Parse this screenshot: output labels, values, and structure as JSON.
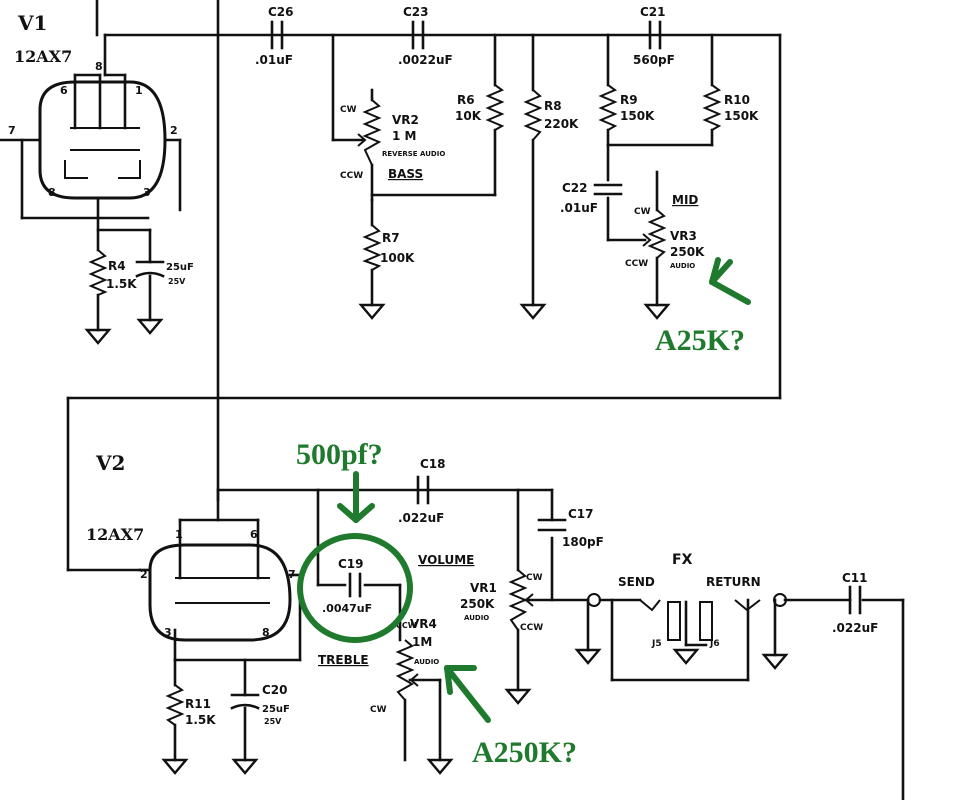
{
  "tubes": {
    "v1": {
      "ref": "V1",
      "type": "12AX7",
      "pins": [
        "6",
        "8",
        "1",
        "7",
        "2",
        "3",
        "8"
      ]
    },
    "v2": {
      "ref": "V2",
      "type": "12AX7",
      "pins": [
        "1",
        "6",
        "2",
        "7",
        "3",
        "8"
      ]
    }
  },
  "components": {
    "c26": {
      "ref": "C26",
      "value": ".01uF"
    },
    "c23": {
      "ref": "C23",
      "value": ".0022uF"
    },
    "c21": {
      "ref": "C21",
      "value": "560pF"
    },
    "vr2": {
      "ref": "VR2",
      "value": "1 M",
      "note": "REVERSE AUDIO",
      "cw": "CW",
      "ccw": "CCW",
      "name": "BASS"
    },
    "r6": {
      "ref": "R6",
      "value": "10K"
    },
    "r8": {
      "ref": "R8",
      "value": "220K"
    },
    "r9": {
      "ref": "R9",
      "value": "150K"
    },
    "r10": {
      "ref": "R10",
      "value": "150K"
    },
    "c22": {
      "ref": "C22",
      "value": ".01uF"
    },
    "vr3": {
      "ref": "VR3",
      "value": "250K",
      "note": "AUDIO",
      "cw": "CW",
      "ccw": "CCW",
      "name": "MID"
    },
    "r7": {
      "ref": "R7",
      "value": "100K"
    },
    "r4": {
      "ref": "R4",
      "value": "1.5K"
    },
    "c_v1": {
      "value": "25uF",
      "voltage": "25V"
    },
    "c18": {
      "ref": "C18",
      "value": ".022uF"
    },
    "c19": {
      "ref": "C19",
      "value": ".0047uF"
    },
    "c17": {
      "ref": "C17",
      "value": "180pF"
    },
    "vr1": {
      "ref": "VR1",
      "value": "250K",
      "note": "AUDIO",
      "cw": "CW",
      "ccw": "CCW",
      "name": "VOLUME"
    },
    "vr4": {
      "ref": "VR4",
      "value": "1M",
      "note": "AUDIO",
      "cw": "CW",
      "ccw": "CCW",
      "name": "TREBLE"
    },
    "r11": {
      "ref": "R11",
      "value": "1.5K"
    },
    "c20": {
      "ref": "C20",
      "value": "25uF",
      "voltage": "25V"
    },
    "c11": {
      "ref": "C11",
      "value": ".022uF"
    },
    "fx": {
      "title": "FX",
      "send": "SEND",
      "return": "RETURN",
      "j5": "J5",
      "j6": "J6"
    }
  },
  "annotations": {
    "color": "#1f7a2e",
    "a25k": "A25K?",
    "pf500": "500pf?",
    "a250k": "A250K?"
  }
}
